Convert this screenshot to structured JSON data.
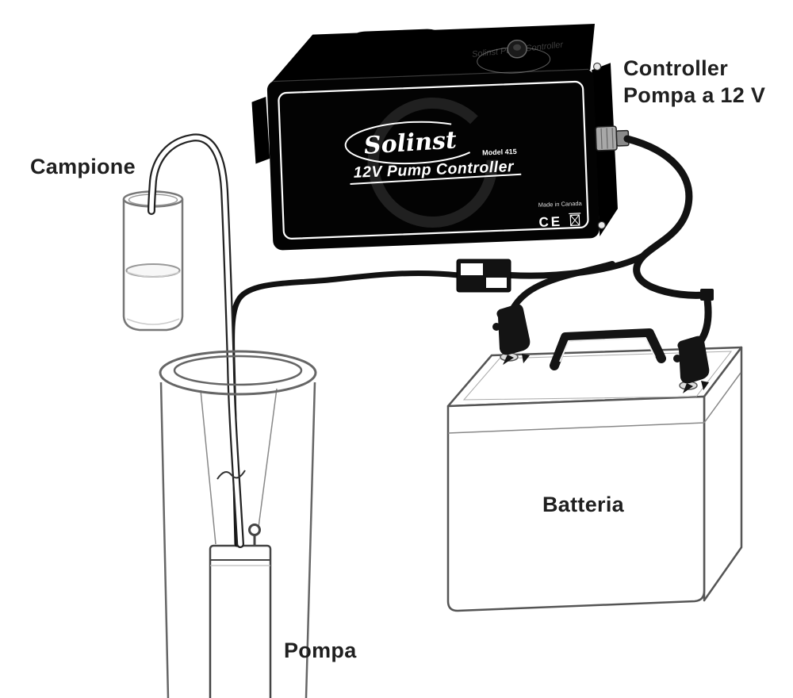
{
  "labels": {
    "campione": "Campione",
    "controller_line1": "Controller",
    "controller_line2": "Pompa a 12 V",
    "batteria": "Batteria",
    "pompa": "Pompa"
  },
  "controller": {
    "brand": "Solinst",
    "model": "Model 415",
    "product": "12V Pump Controller",
    "made_in": "Made in Canada",
    "ce_mark": "CE",
    "top_label": "Solinst Pump Controller"
  },
  "colors": {
    "ink": "#1f1f1f",
    "line": "#666666",
    "cable": "#121212",
    "controller_body": "#030303",
    "background": "#ffffff"
  }
}
